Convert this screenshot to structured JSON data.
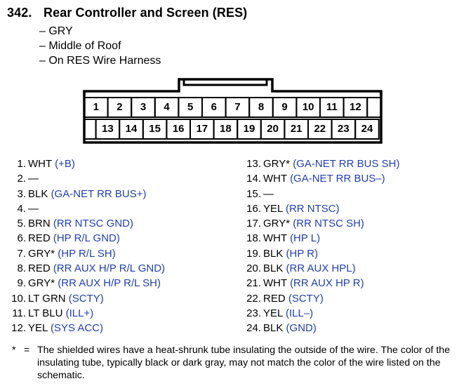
{
  "header": {
    "number": "342.",
    "title": "Rear Controller and Screen (RES)",
    "lines": [
      "– GRY",
      "– Middle of Roof",
      "– On RES Wire Harness"
    ]
  },
  "connector": {
    "top_row": [
      "1",
      "2",
      "3",
      "4",
      "5",
      "6",
      "7",
      "8",
      "9",
      "10",
      "11",
      "12"
    ],
    "bottom_row": [
      "13",
      "14",
      "15",
      "16",
      "17",
      "18",
      "19",
      "20",
      "21",
      "22",
      "23",
      "24"
    ]
  },
  "pins_left": [
    {
      "num": "1.",
      "color": "WHT",
      "func": "(+B)"
    },
    {
      "num": "2.",
      "color": "—",
      "func": ""
    },
    {
      "num": "3.",
      "color": "BLK",
      "func": "(GA-NET RR BUS+)"
    },
    {
      "num": "4.",
      "color": "—",
      "func": ""
    },
    {
      "num": "5.",
      "color": "BRN",
      "func": "(RR NTSC GND)"
    },
    {
      "num": "6.",
      "color": "RED",
      "func": "(HP R/L GND)"
    },
    {
      "num": "7.",
      "color": "GRY*",
      "func": "(HP R/L SH)"
    },
    {
      "num": "8.",
      "color": "RED",
      "func": "(RR AUX H/P R/L GND)"
    },
    {
      "num": "9.",
      "color": "GRY*",
      "func": "(RR AUX H/P R/L SH)"
    },
    {
      "num": "10.",
      "color": "LT GRN",
      "func": "(SCTY)"
    },
    {
      "num": "11.",
      "color": "LT BLU",
      "func": "(ILL+)"
    },
    {
      "num": "12.",
      "color": "YEL",
      "func": "(SYS ACC)"
    }
  ],
  "pins_right": [
    {
      "num": "13.",
      "color": "GRY*",
      "func": "(GA-NET RR BUS SH)"
    },
    {
      "num": "14.",
      "color": "WHT",
      "func": "(GA-NET RR BUS–)"
    },
    {
      "num": "15.",
      "color": "—",
      "func": ""
    },
    {
      "num": "16.",
      "color": "YEL",
      "func": "(RR NTSC)"
    },
    {
      "num": "17.",
      "color": "GRY*",
      "func": "(RR NTSC SH)"
    },
    {
      "num": "18.",
      "color": "WHT",
      "func": "(HP L)"
    },
    {
      "num": "19.",
      "color": "BLK",
      "func": "(HP R)"
    },
    {
      "num": "20.",
      "color": "BLK",
      "func": "(RR AUX HPL)"
    },
    {
      "num": "21.",
      "color": "WHT",
      "func": "(RR AUX HP R)"
    },
    {
      "num": "22.",
      "color": "RED",
      "func": "(SCTY)"
    },
    {
      "num": "23.",
      "color": "YEL",
      "func": "(ILL–)"
    },
    {
      "num": "24.",
      "color": "BLK",
      "func": "(GND)"
    }
  ],
  "note": {
    "symbol": "*",
    "equals": "=",
    "text": "The shielded wires have a heat-shrunk tube insulating the outside of the wire. The color of the insulating tube, typically black or dark gray, may not match the color of the wire listed on the schematic."
  },
  "colors": {
    "function_text": "#1f3fb0",
    "text": "#000000"
  }
}
